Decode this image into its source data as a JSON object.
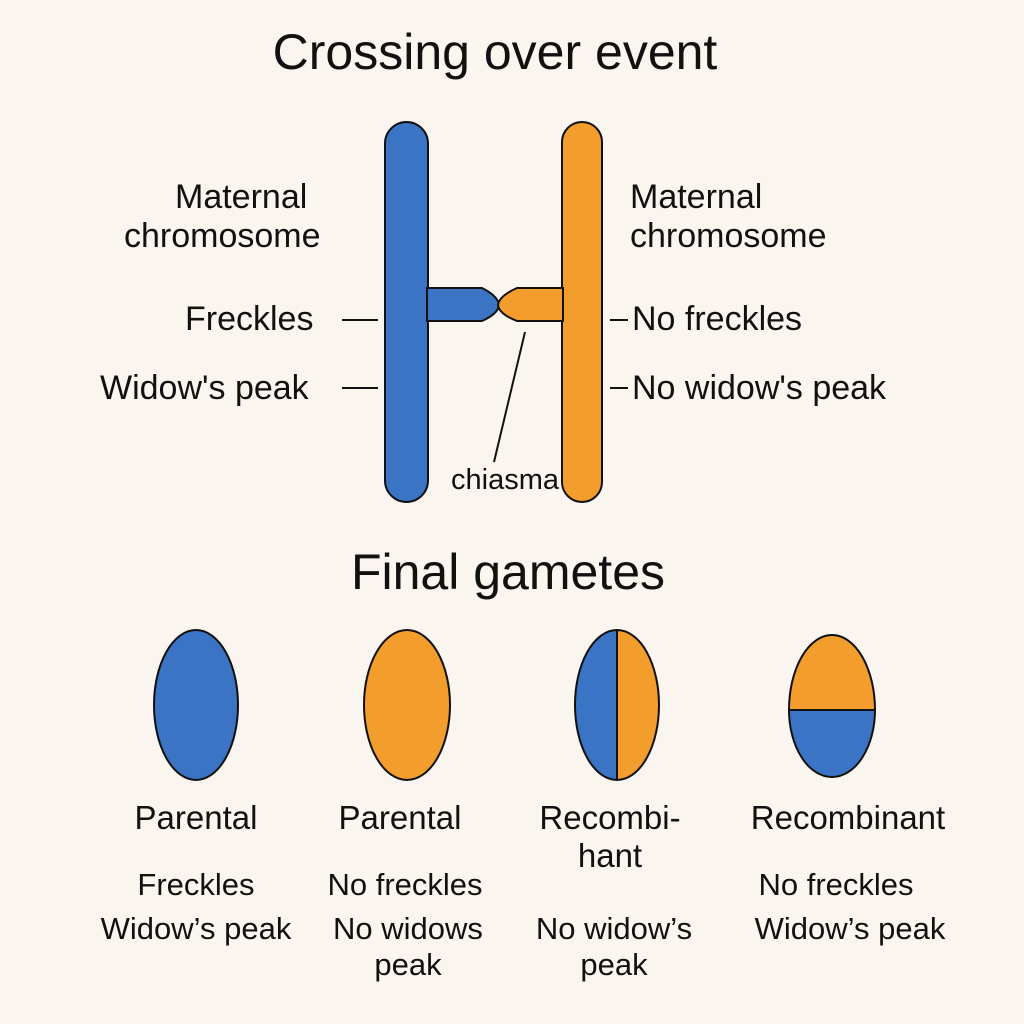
{
  "titles": {
    "crossing": "Crossing over event",
    "gametes": "Final gametes"
  },
  "chromosomes": {
    "left": {
      "label_line1": "Maternal",
      "label_line2": "chromosome",
      "traits": [
        "Freckles",
        "Widow's peak"
      ],
      "color": "#3b74c4"
    },
    "right": {
      "label_line1": "Maternal",
      "label_line2": "chromosome",
      "traits": [
        "No freckles",
        "No widow's peak"
      ],
      "color": "#f29d2c"
    },
    "chiasma_label": "chiasma"
  },
  "gametes": [
    {
      "type": "Parental",
      "type2": "",
      "trait1": "Freckles",
      "trait2": "Widow’s peak",
      "trait3": "",
      "fill": "blue"
    },
    {
      "type": "Parental",
      "type2": "",
      "trait1": "No freckles",
      "trait2": "No widows",
      "trait3": "peak",
      "fill": "orange"
    },
    {
      "type": "Recombi-",
      "type2": "hant",
      "trait1": "",
      "trait2": "No widow’s",
      "trait3": "peak",
      "fill": "split-vertical"
    },
    {
      "type": "Recombinant",
      "type2": "",
      "trait1": "No freckles",
      "trait2": "Widow’s  peak",
      "trait3": "",
      "fill": "split-horizontal"
    }
  ],
  "colors": {
    "blue": "#3b74c4",
    "orange": "#f29d2c",
    "outline": "#111111",
    "background": "#faf6ef"
  }
}
